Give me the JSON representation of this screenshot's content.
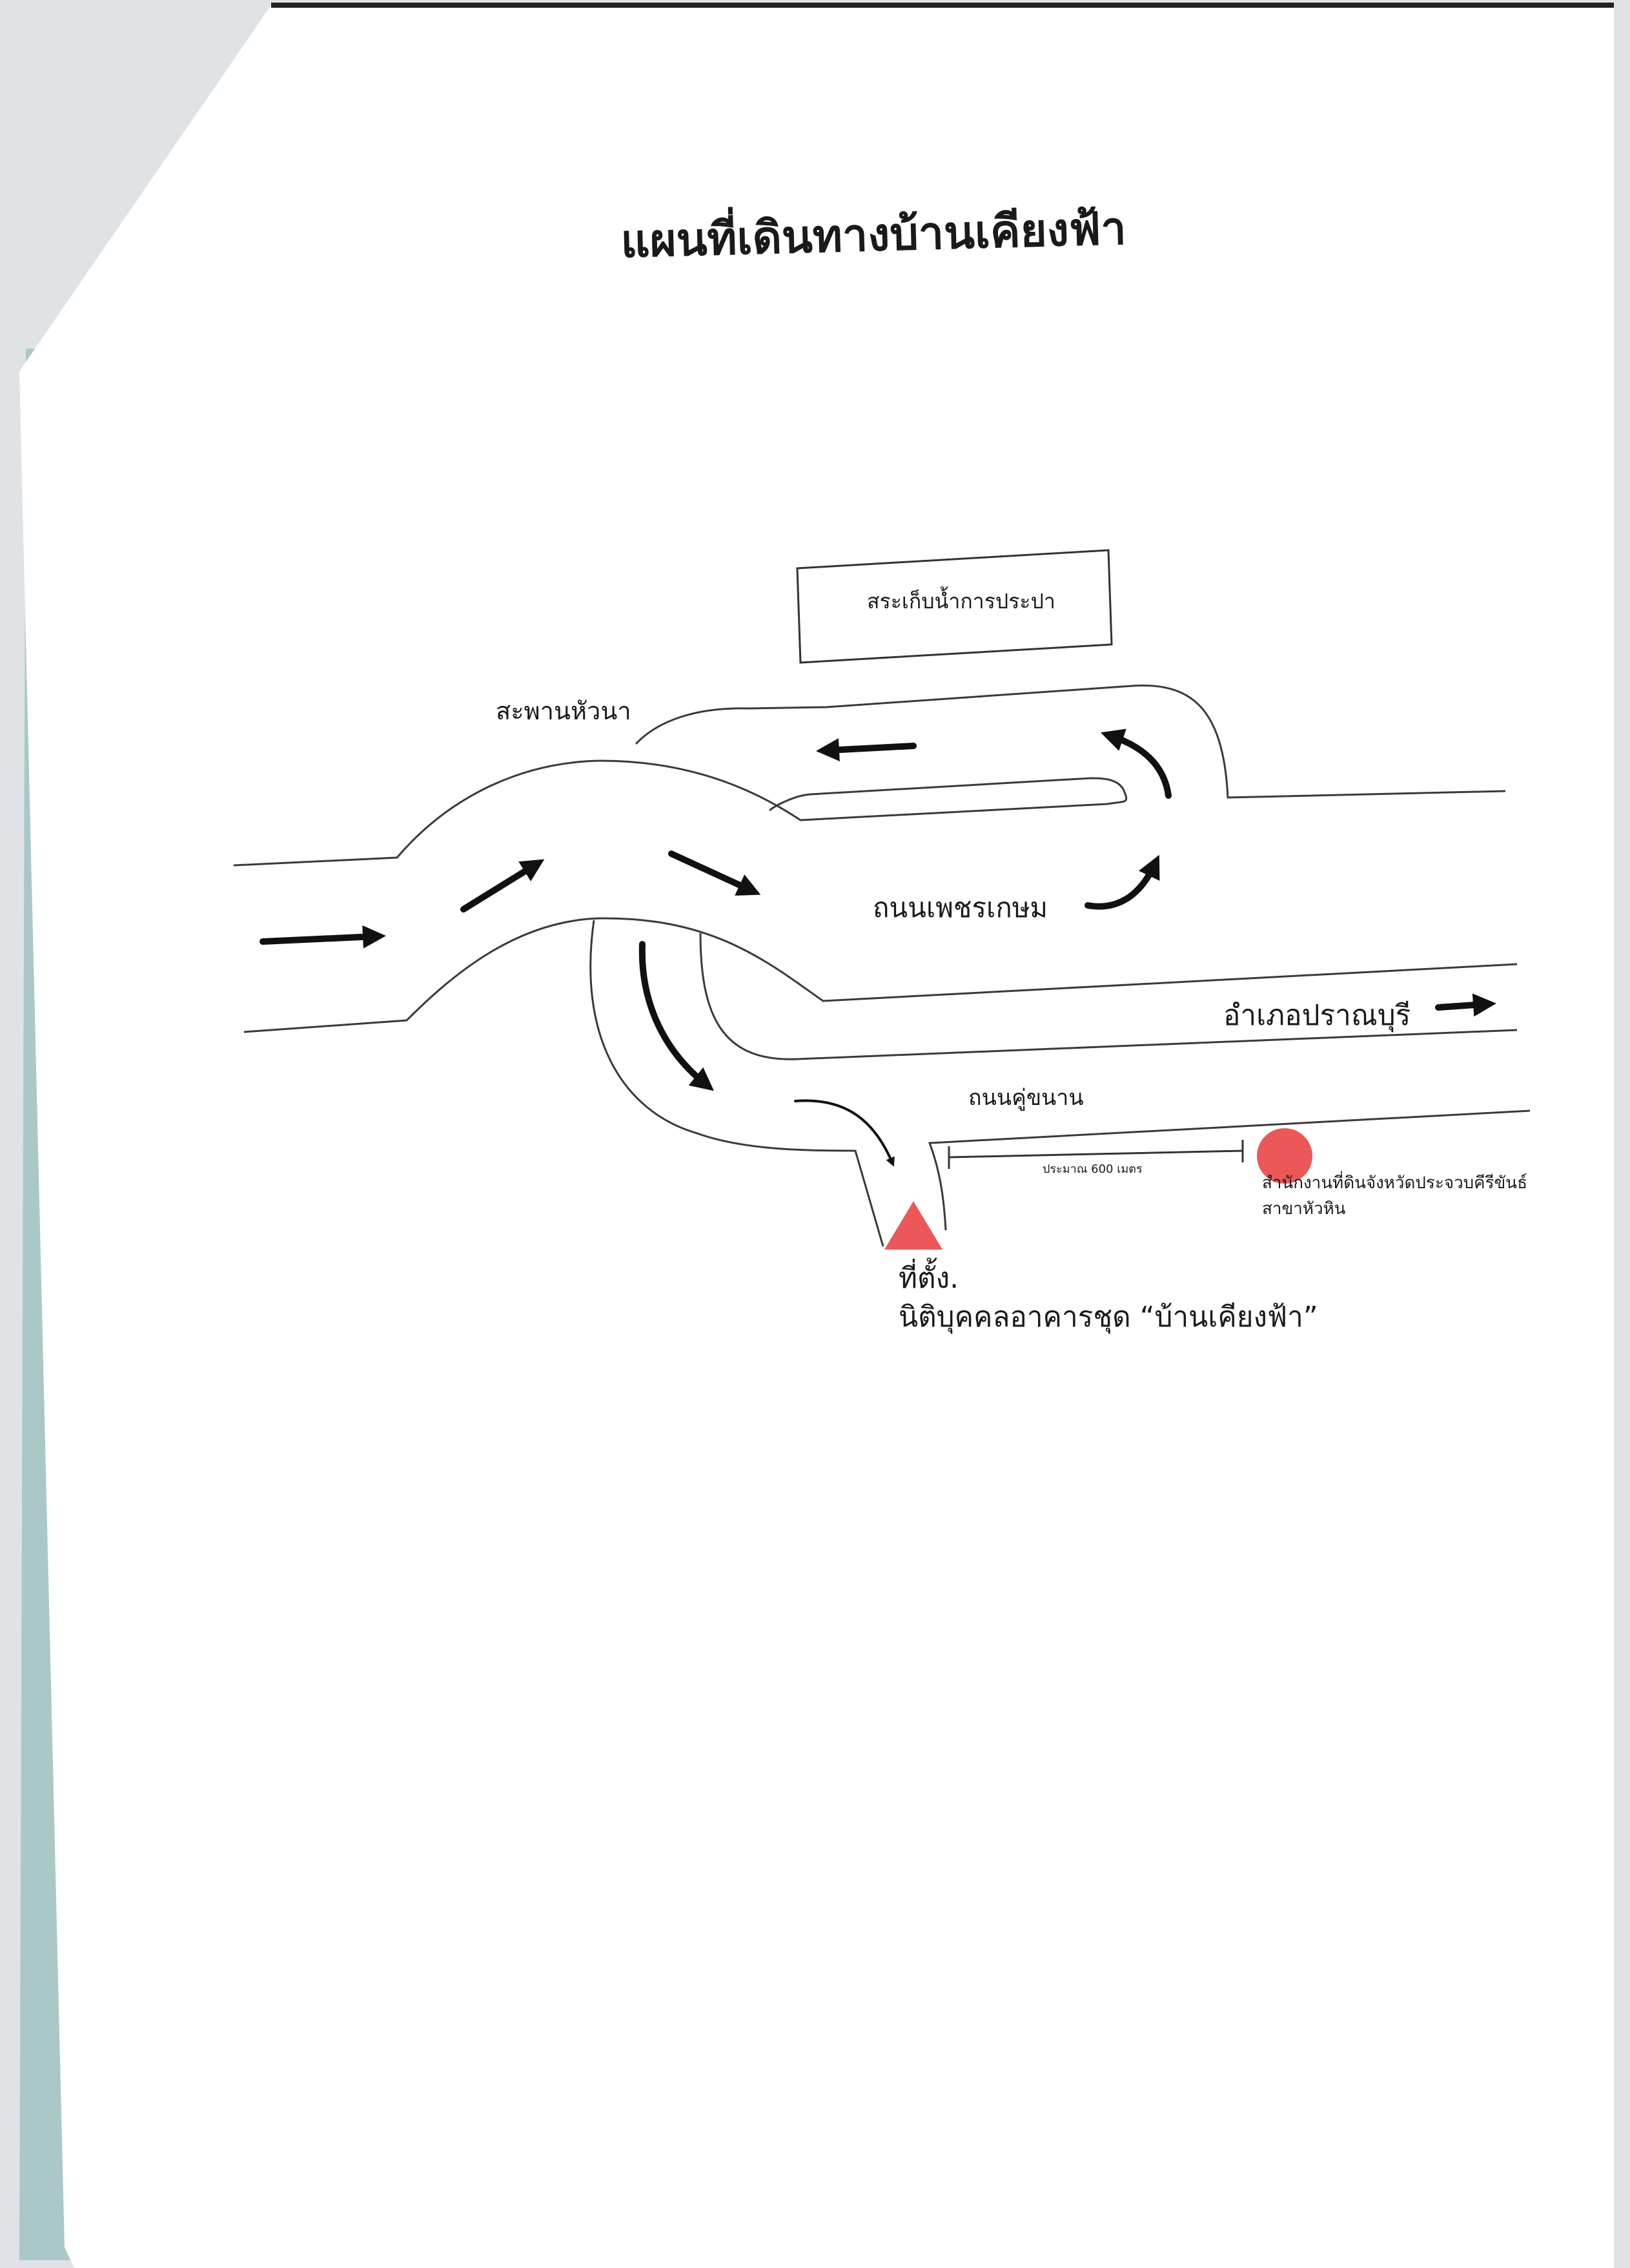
{
  "title": "แผนที่เดินทางบ้านเคียงฟ้า",
  "landmarks": {
    "reservoir": "สระเก็บน้ำการประปา",
    "land_office_line1": "สำนักงานที่ดินจังหวัดประจวบคีรีขันธ์",
    "land_office_line2": "สาขาหัวหิน"
  },
  "roads": {
    "bridge": "สะพานหัวนา",
    "petchkasem": "ถนนเพชรเกษม",
    "pranburi": "อำเภอปราณบุรี",
    "khunan": "ถนนคู่ขนาน"
  },
  "distance_label": "ประมาณ 600 เมตร",
  "location": {
    "line1": "ที่ตั้ง.",
    "line2": "นิติบุคคลอาคารชุด “บ้านเคียงฟ้า”"
  },
  "colors": {
    "marker": "#ec5757",
    "road_line": "#3a3a3a",
    "arrow": "#111111",
    "paper": "#ffffff"
  },
  "icons": {
    "location_marker": "triangle",
    "land_office_marker": "circle"
  }
}
